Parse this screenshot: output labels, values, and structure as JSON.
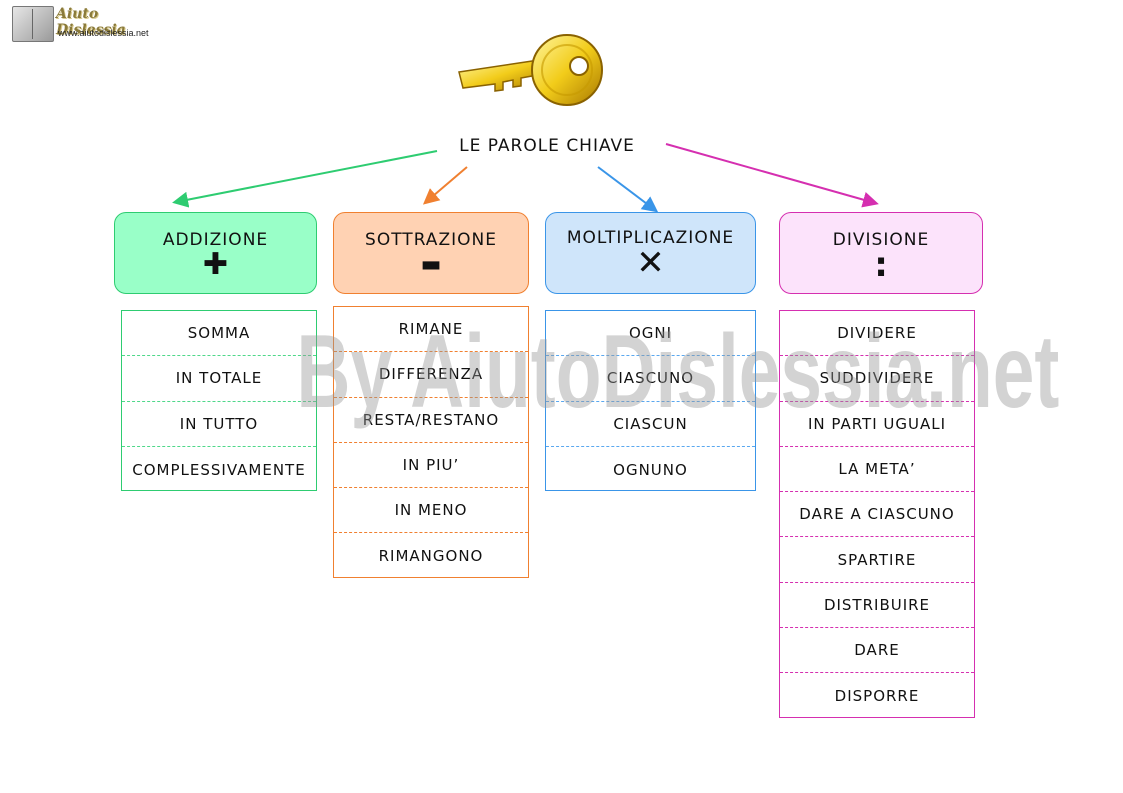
{
  "logo": {
    "brand": "Aiuto Dislessia",
    "url": "www.aiutodislessia.net"
  },
  "title": "LE PAROLE CHIAVE",
  "watermark": "By AiutoDislessia.net",
  "categories": [
    {
      "name": "ADDIZIONE",
      "symbol": "✚",
      "color": "#2ecc71",
      "fill": "#99ffc8",
      "items": [
        "SOMMA",
        "IN TOTALE",
        "IN TUTTO",
        "COMPLESSIVAMENTE"
      ]
    },
    {
      "name": "SOTTRAZIONE",
      "symbol": "▬",
      "color": "#f08030",
      "fill": "#ffd2b3",
      "items": [
        "RIMANE",
        "DIFFERENZA",
        "RESTA/RESTANO",
        "IN PIU’",
        "IN MENO",
        "RIMANGONO"
      ]
    },
    {
      "name": "MOLTIPLICAZIONE",
      "symbol": "✕",
      "color": "#3a95e8",
      "fill": "#cfe5fa",
      "items": [
        "OGNI",
        "CIASCUNO",
        "CIASCUN",
        "OGNUNO"
      ]
    },
    {
      "name": "DIVISIONE",
      "symbol": ":",
      "color": "#d52fb0",
      "fill": "#fce3fb",
      "items": [
        "DIVIDERE",
        "SUDDIVIDERE",
        "IN PARTI UGUALI",
        "LA META’",
        "DARE A CIASCUNO",
        "SPARTIRE",
        "DISTRIBUIRE",
        "DARE",
        "DISPORRE"
      ]
    }
  ]
}
